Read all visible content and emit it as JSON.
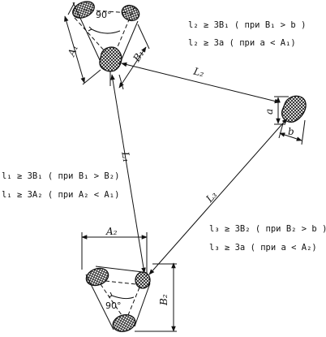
{
  "labels": {
    "A1": "A₁",
    "B1": "B₁",
    "A2": "A₂",
    "B2": "B₂",
    "a": "a",
    "b": "b",
    "L1": "L₁",
    "L2": "L₂",
    "L3": "L₃",
    "angle_top": "90°",
    "angle_bottom": "90°"
  },
  "conditions": {
    "l2_1": "l₂ ≥ 3B₁ ( при B₁ > b )",
    "l2_2": "l₂ ≥ 3a  ( при a < A₁)",
    "l1_1": "l₁ ≥ 3B₁ ( при B₁ > B₂)",
    "l1_2": "l₁ ≥ 3A₂ ( при A₂ < A₁)",
    "l3_1": "l₃ ≥ 3B₂ ( при B₂ > b )",
    "l3_2": "l₃ ≥ 3a  ( при a < A₂)"
  },
  "colors": {
    "ink": "#111111",
    "background": "#ffffff"
  }
}
